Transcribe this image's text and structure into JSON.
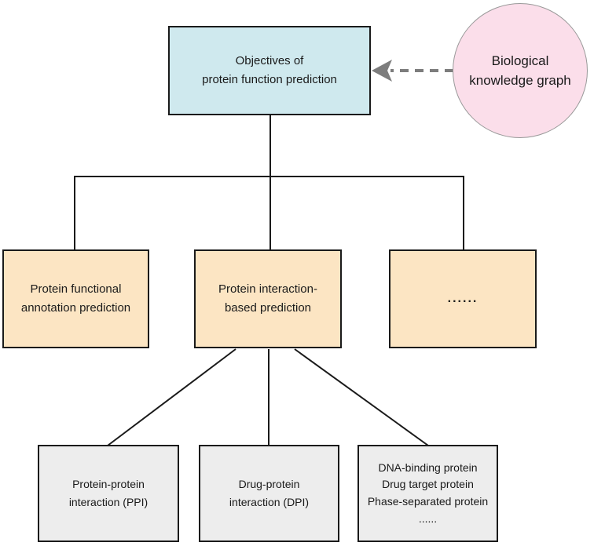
{
  "diagram": {
    "root": {
      "label": "Objectives of\nprotein function prediction"
    },
    "knowledge_graph": {
      "label": "Biological\nknowledge graph"
    },
    "level2": [
      {
        "label": "Protein functional\nannotation prediction"
      },
      {
        "label": "Protein interaction-\nbased prediction"
      },
      {
        "label": "......"
      }
    ],
    "level3": [
      {
        "label": "Protein-protein\ninteraction (PPI)"
      },
      {
        "label": "Drug-protein\ninteraction (DPI)"
      },
      {
        "label": "DNA-binding protein\nDrug target protein\nPhase-separated protein\n......"
      }
    ],
    "colors": {
      "root_fill": "#cfe9ee",
      "knowledge_graph_fill": "#fbdeea",
      "knowledge_graph_border": "#999999",
      "level2_fill": "#fce5c3",
      "level3_fill": "#ededed",
      "line": "#1a1a1a",
      "arrow": "#7d7d7d"
    }
  }
}
